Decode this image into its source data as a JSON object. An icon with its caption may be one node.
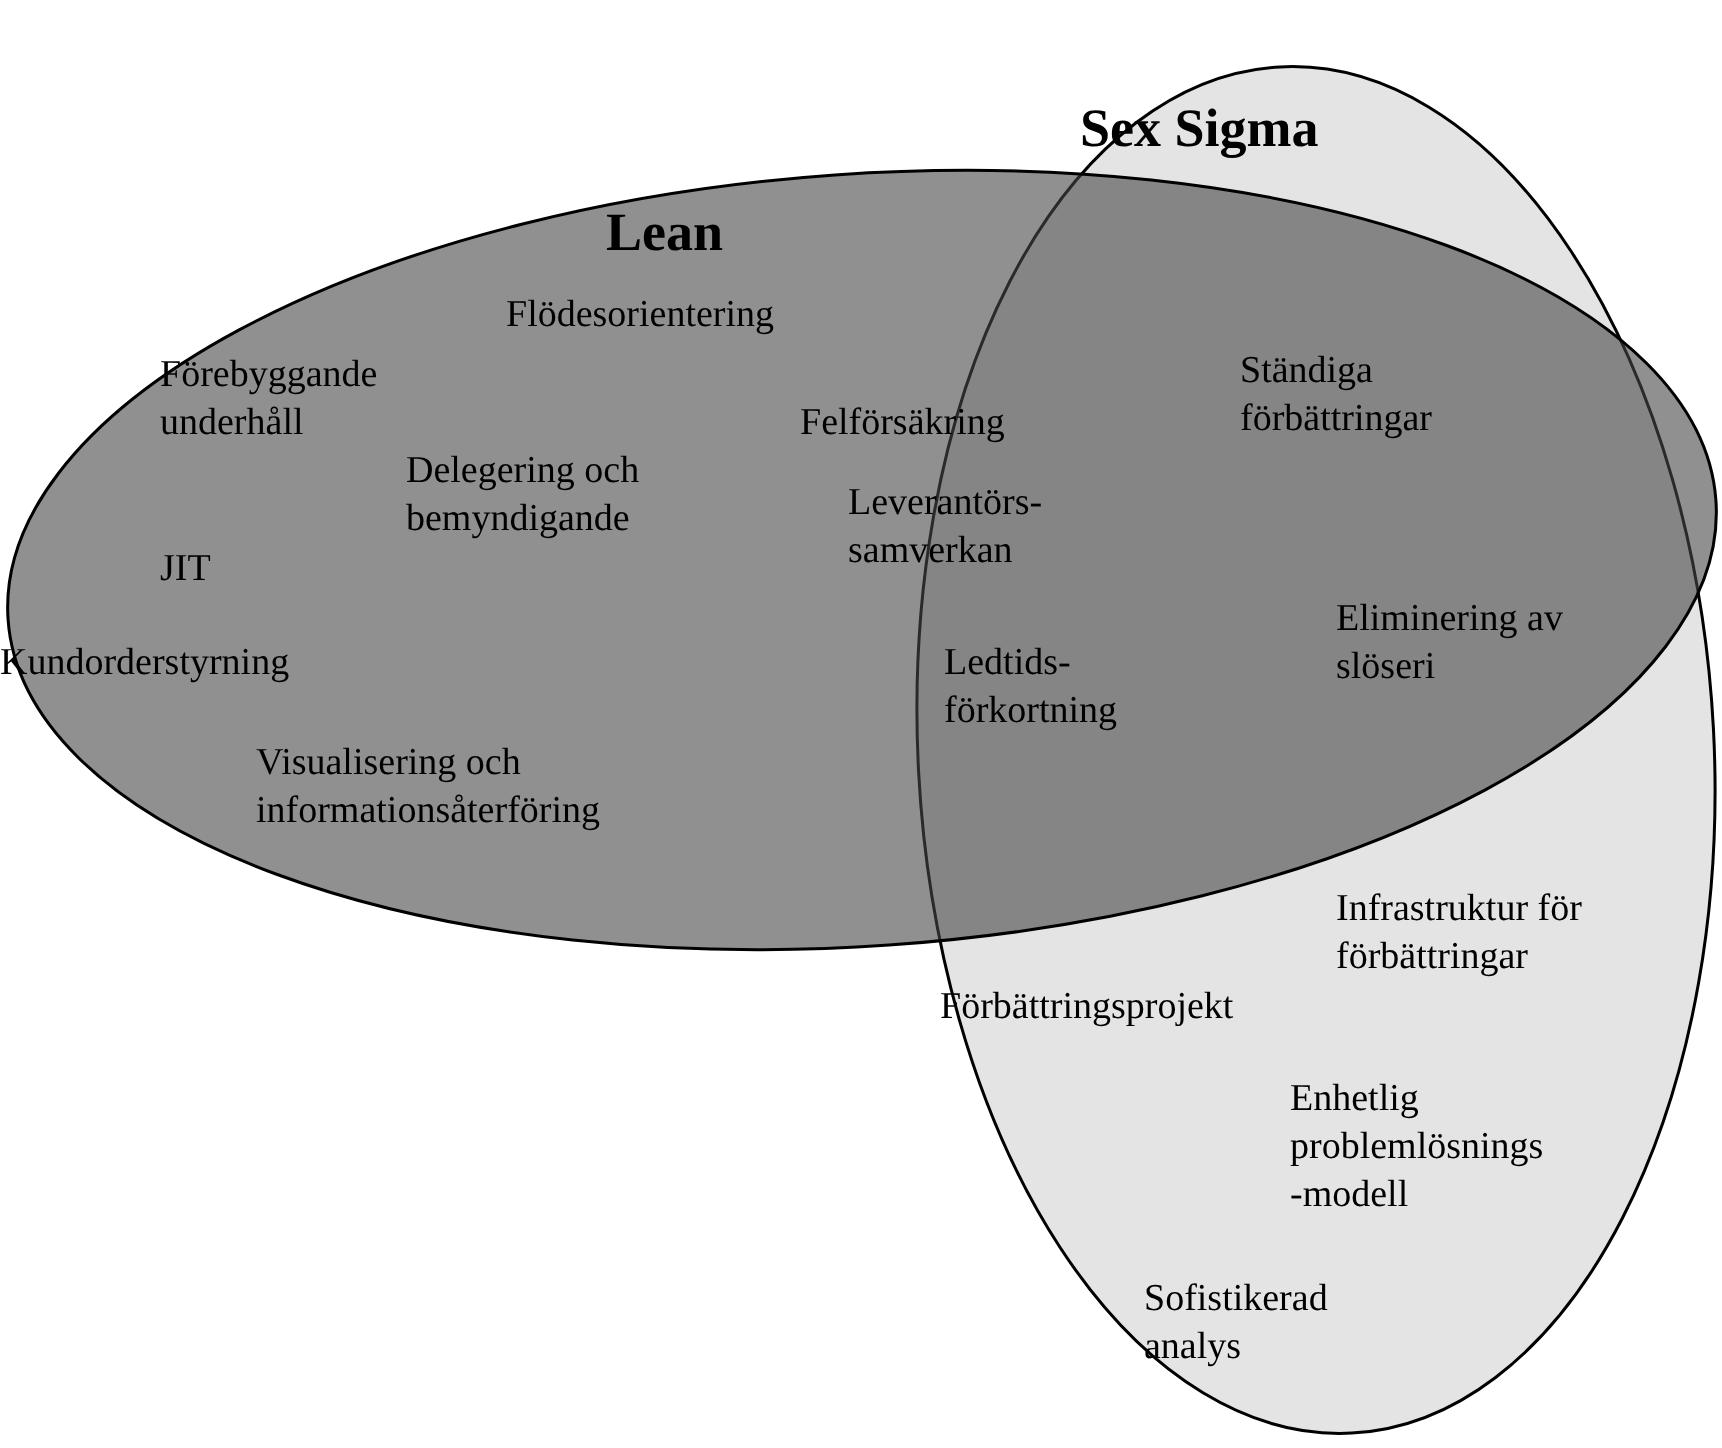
{
  "diagram": {
    "nodes": [
      {
        "text": [
          "Lean",
          "Flödesorientering",
          "Förebyggande underhåll",
          "Delegering och bemyndigande",
          "JIT",
          "Kundorderstyrning",
          "Visualisering och informationsåterföring"
        ]
      },
      {
        "text": [
          "Sex Sigma",
          "Infrastruktur för förbättringar",
          "Förbättringsprojekt",
          "Enhetlig problemlösnings -modell",
          "Sofistikerad analys"
        ]
      }
    ],
    "labels": [
      "Felförsäkring",
      "Ständiga förbättringar",
      "Leverantörs- samverkan",
      "Eliminering av slöseri",
      "Ledtids- förkortning"
    ]
  }
}
